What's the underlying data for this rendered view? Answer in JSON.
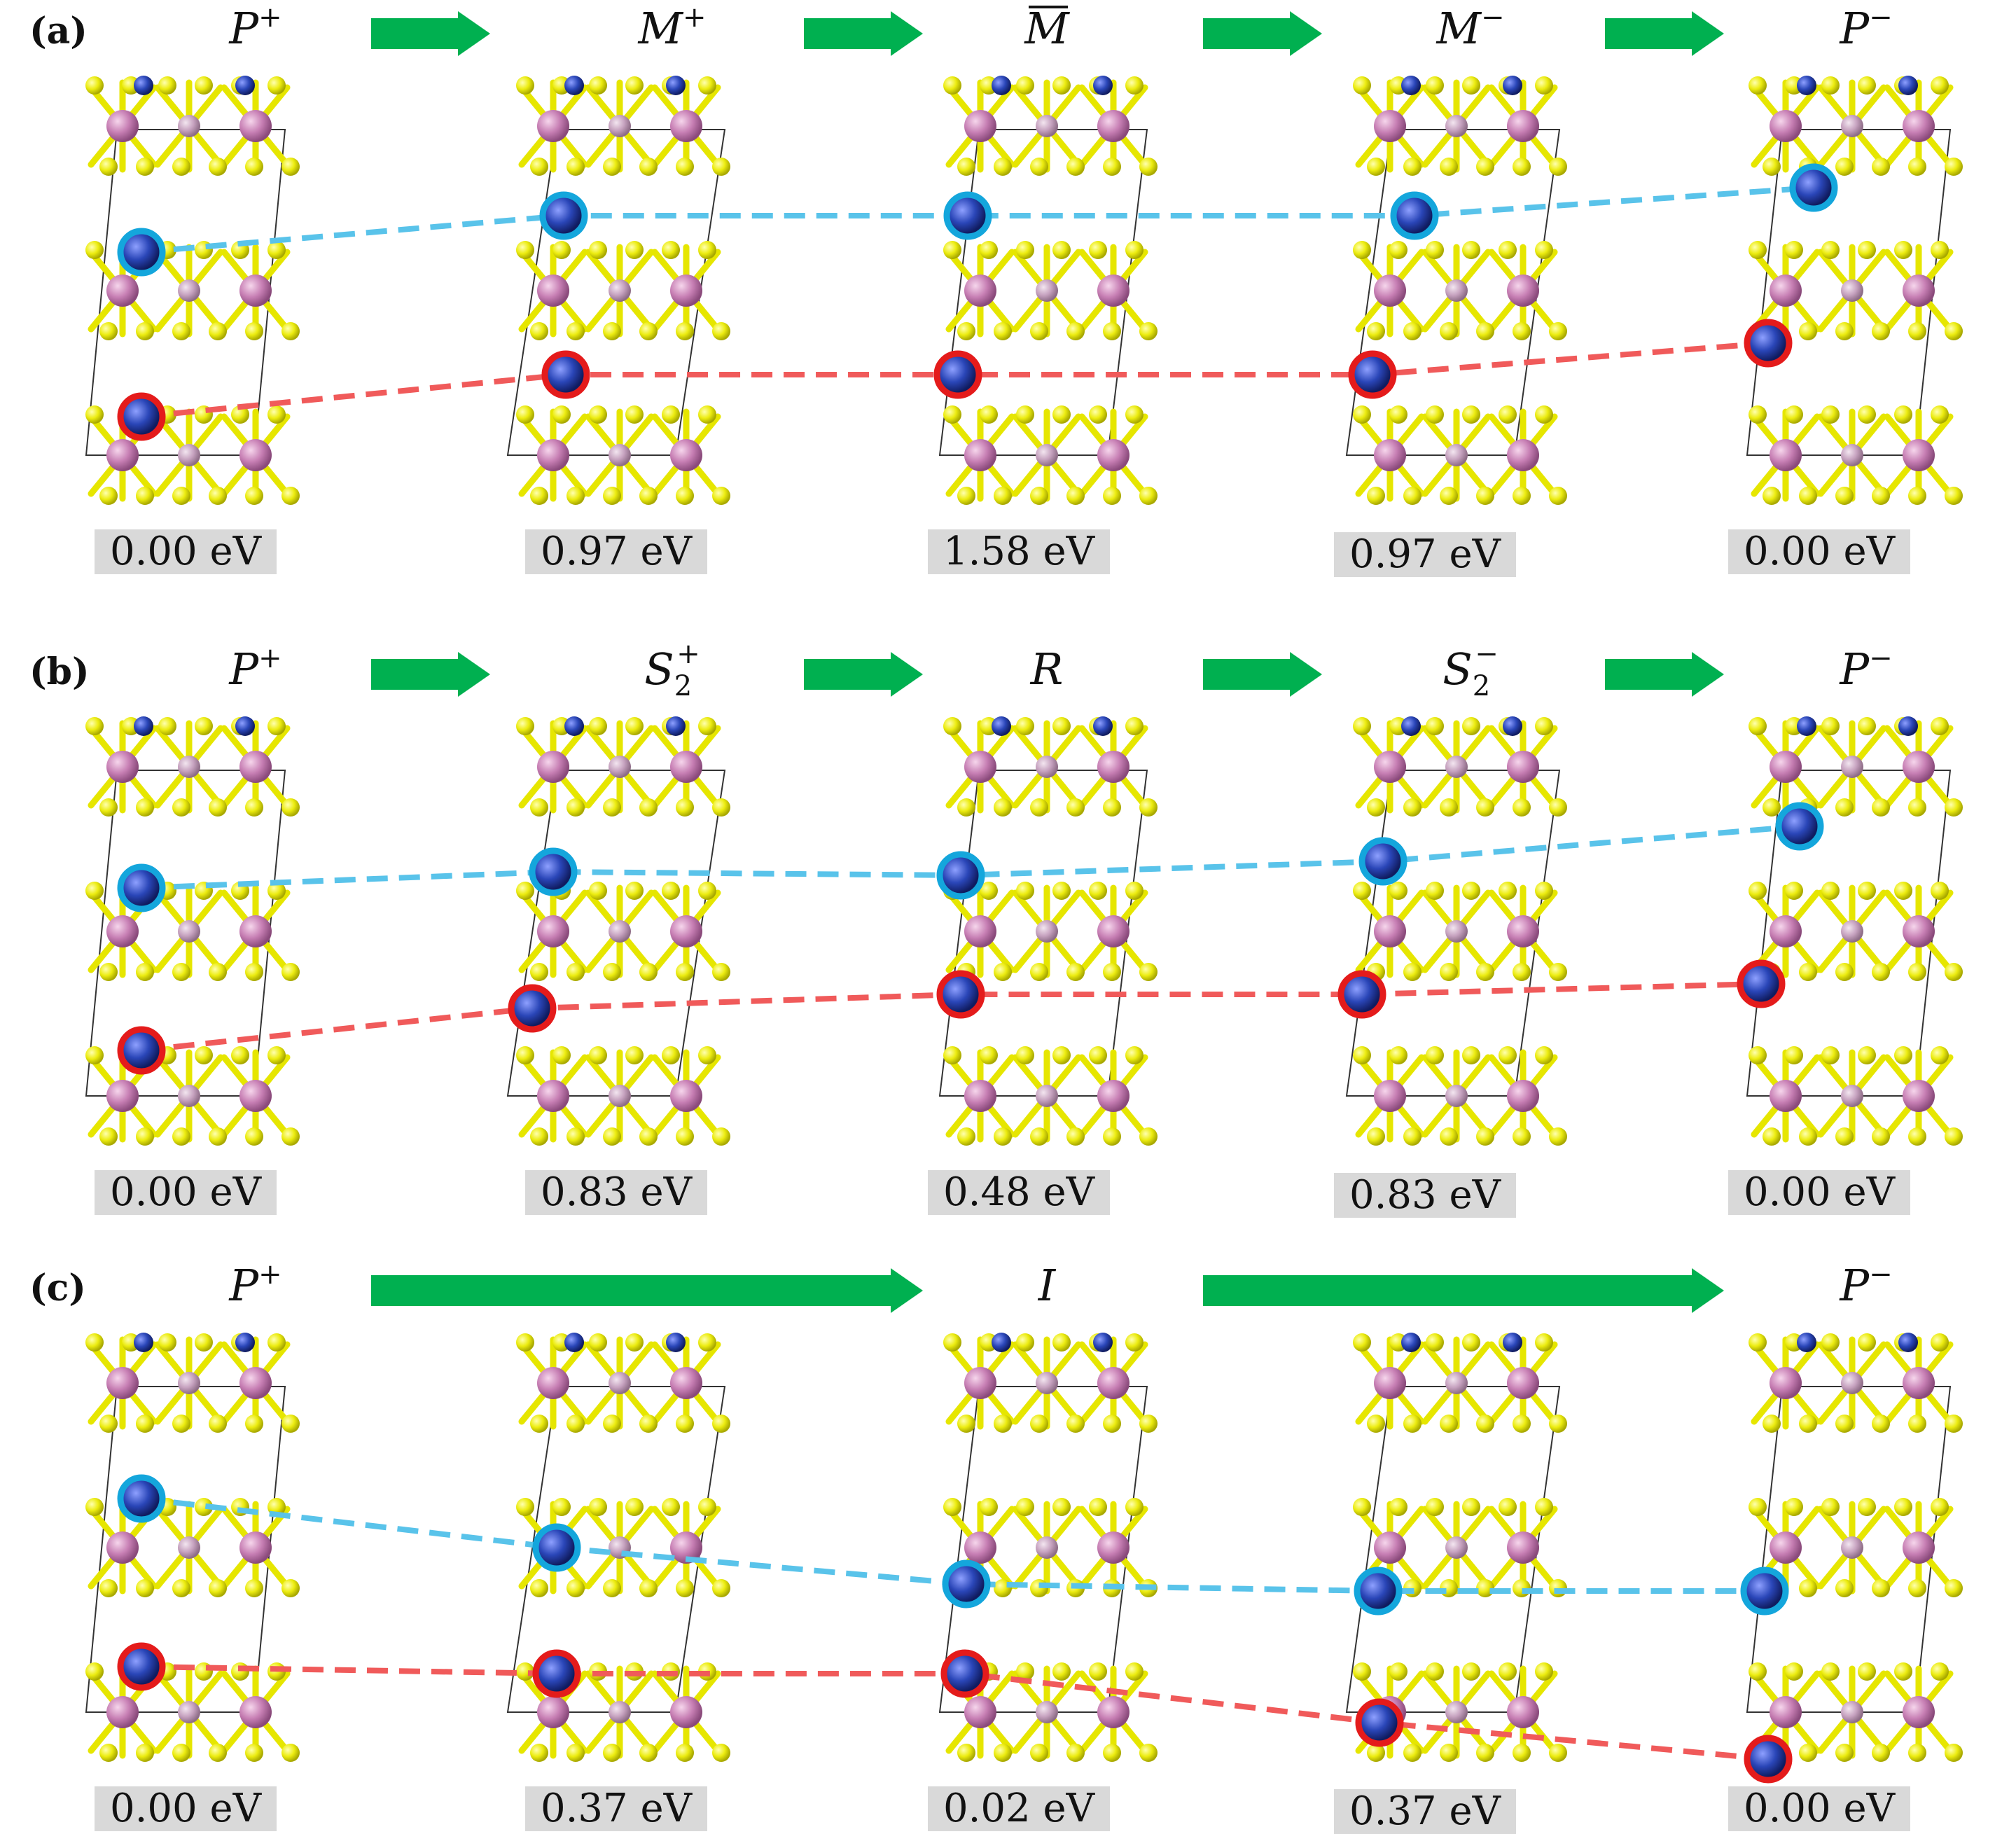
{
  "panels": [
    {
      "label": "(a)",
      "states": [
        {
          "base": "P",
          "sup": "+",
          "sub": "",
          "overline": false
        },
        {
          "base": "M",
          "sup": "+",
          "sub": "",
          "overline": false
        },
        {
          "base": "M",
          "sup": "",
          "sub": "",
          "overline": true
        },
        {
          "base": "M",
          "sup": "−",
          "sub": "",
          "overline": false
        },
        {
          "base": "P",
          "sup": "−",
          "sub": "",
          "overline": false
        }
      ],
      "arrows": "short",
      "energies": [
        "0.00 eV",
        "0.97 eV",
        "1.58 eV",
        "0.97 eV",
        "0.00 eV"
      ]
    },
    {
      "label": "(b)",
      "states": [
        {
          "base": "P",
          "sup": "+",
          "sub": "",
          "overline": false
        },
        {
          "base": "S",
          "sup": "+",
          "sub": "2",
          "overline": false
        },
        {
          "base": "R",
          "sup": "",
          "sub": "",
          "overline": false
        },
        {
          "base": "S",
          "sup": "−",
          "sub": "2",
          "overline": false
        },
        {
          "base": "P",
          "sup": "−",
          "sub": "",
          "overline": false
        }
      ],
      "arrows": "short",
      "energies": [
        "0.00 eV",
        "0.83 eV",
        "0.48 eV",
        "0.83 eV",
        "0.00 eV"
      ]
    },
    {
      "label": "(c)",
      "states": [
        {
          "base": "P",
          "sup": "+",
          "sub": "",
          "overline": false
        },
        null,
        {
          "base": "I",
          "sup": "",
          "sub": "",
          "overline": false
        },
        null,
        {
          "base": "P",
          "sup": "−",
          "sub": "",
          "overline": false
        }
      ],
      "arrows": "long",
      "energies": [
        "0.00 eV",
        "0.37 eV",
        "0.02 eV",
        "0.37 eV",
        "0.00 eV"
      ]
    }
  ],
  "colors": {
    "arrow": "#00b050",
    "sulfur": "#e8e800",
    "metal_large": "#c77fb4",
    "metal_small": "#c8a3c0",
    "dopant": "#2a46b8",
    "track_top": "#59c3ea",
    "track_bottom": "#f05a5a",
    "energy_box": "#d9d9d9"
  }
}
